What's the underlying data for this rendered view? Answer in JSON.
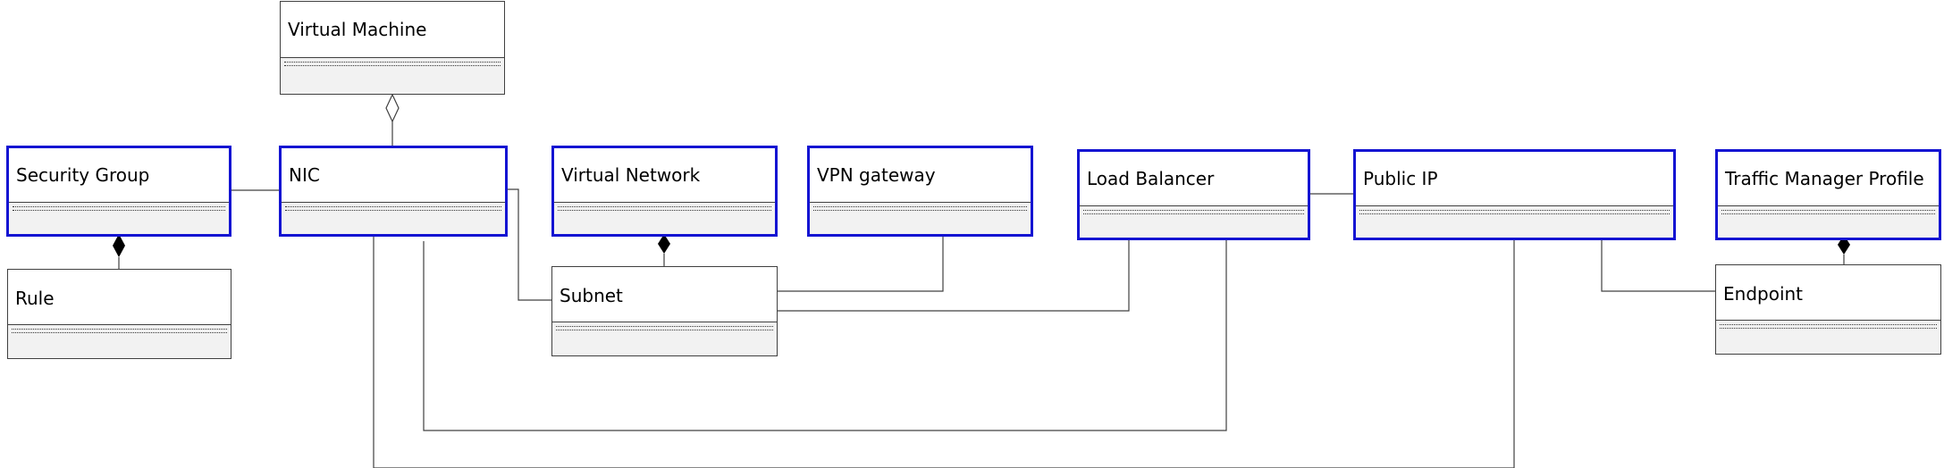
{
  "diagram": {
    "classes": {
      "virtual_machine": "Virtual Machine",
      "security_group": "Security Group",
      "nic": "NIC",
      "virtual_network": "Virtual Network",
      "vpn_gateway": "VPN gateway",
      "load_balancer": "Load Balancer",
      "public_ip": "Public IP",
      "traffic_manager_profile": "Traffic Manager Profile",
      "rule": "Rule",
      "subnet": "Subnet",
      "endpoint": "Endpoint"
    },
    "colors": {
      "highlight_border": "#1414d2",
      "normal_border": "#404040",
      "compartment_fill": "#f2f2f2",
      "connector": "#404040"
    }
  }
}
